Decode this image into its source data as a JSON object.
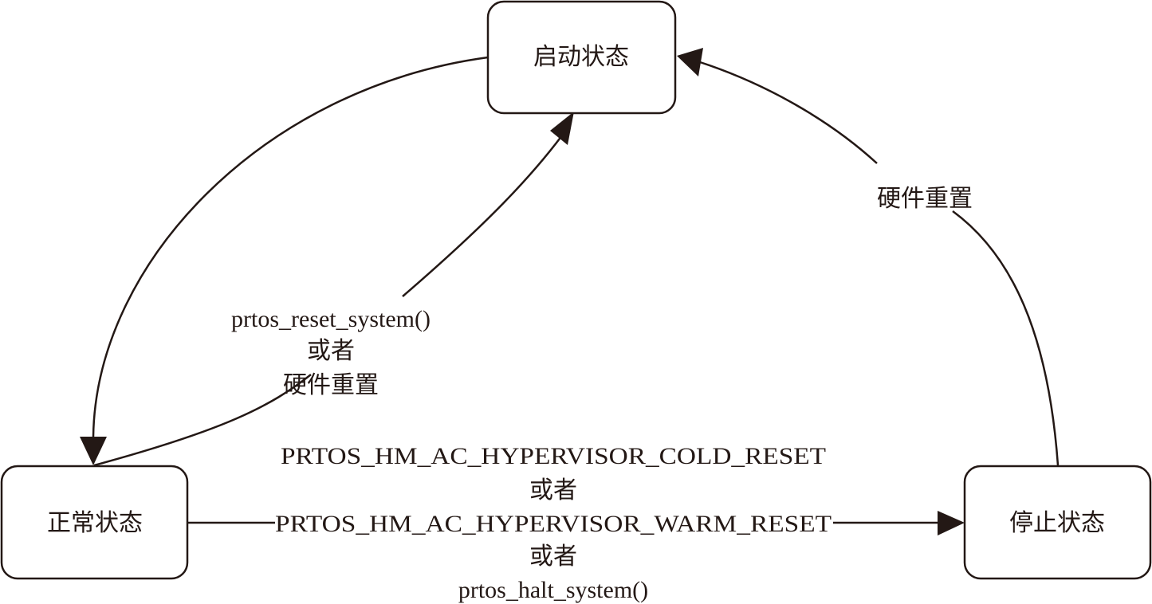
{
  "states": {
    "startup": "启动状态",
    "normal": "正常状态",
    "halt": "停止状态"
  },
  "transitions": {
    "normal_to_startup": {
      "line1": "prtos_reset_system()",
      "line2": "或者",
      "line3": "硬件重置"
    },
    "halt_to_startup": {
      "line1": "硬件重置"
    },
    "normal_to_halt": {
      "line1": "PRTOS_HM_AC_HYPERVISOR_COLD_RESET",
      "line2": "或者",
      "line3": "PRTOS_HM_AC_HYPERVISOR_WARM_RESET",
      "line4": "或者",
      "line5": "prtos_halt_system()"
    }
  },
  "colors": {
    "ink": "#231815",
    "background": "#ffffff"
  }
}
